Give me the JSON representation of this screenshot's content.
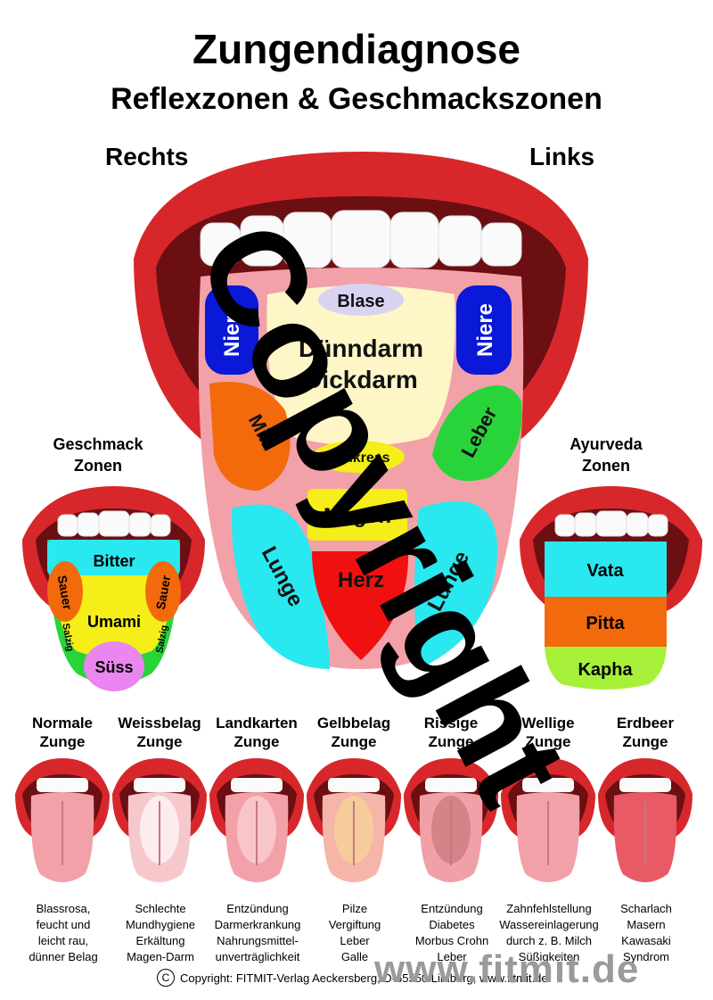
{
  "title": "Zungendiagnose",
  "subtitle": "Reflexzonen & Geschmackszonen",
  "side_right": "Rechts",
  "side_left": "Links",
  "reflex_zones": {
    "blase": "Blase",
    "niere_left": "Niere",
    "niere_right": "Niere",
    "duenndarm": "Dünndarm",
    "dickdarm": "Dickdarm",
    "milz": "Milz",
    "leber": "Leber",
    "pankreas": "Pankreas",
    "magen": "Magen",
    "lunge_left": "Lunge",
    "lunge_right": "Lunge",
    "herz": "Herz"
  },
  "taste": {
    "title1": "Geschmack",
    "title2": "Zonen",
    "bitter": "Bitter",
    "sauer_l": "Sauer",
    "sauer_r": "Sauer",
    "umami": "Umami",
    "salzig_l": "Salzig",
    "salzig_r": "Salzig",
    "suess": "Süss"
  },
  "ayurveda": {
    "title1": "Ayurveda",
    "title2": "Zonen",
    "vata": "Vata",
    "pitta": "Pitta",
    "kapha": "Kapha"
  },
  "tongues": [
    {
      "t1": "Normale",
      "t2": "Zunge",
      "d": [
        "Blassrosa,",
        "feucht und",
        "leicht rau,",
        "dünner Belag"
      ]
    },
    {
      "t1": "Weissbelag",
      "t2": "Zunge",
      "d": [
        "Schlechte",
        "Mundhygiene",
        "Erkältung",
        "Magen-Darm"
      ]
    },
    {
      "t1": "Landkarten",
      "t2": "Zunge",
      "d": [
        "Entzündung",
        "Darmerkrankung",
        "Nahrungsmittel-",
        "unverträglichkeit"
      ]
    },
    {
      "t1": "Gelbbelag",
      "t2": "Zunge",
      "d": [
        "Pilze",
        "Vergiftung",
        "Leber",
        "Galle"
      ]
    },
    {
      "t1": "Rissige",
      "t2": "Zunge",
      "d": [
        "Entzündung",
        "Diabetes",
        "Morbus Crohn",
        "Leber"
      ]
    },
    {
      "t1": "Wellige",
      "t2": "Zunge",
      "d": [
        "Zahnfehlstellung",
        "Wassereinlagerung",
        "durch z. B. Milch",
        "Süßigkeiten"
      ]
    },
    {
      "t1": "Erdbeer",
      "t2": "Zunge",
      "d": [
        "Scharlach",
        "Masern",
        "Kawasaki",
        "Syndrom"
      ]
    }
  ],
  "footer": "Copyright: FITMIT-Verlag Aeckersberg, D-65550 Limburg, www.fitmit.de",
  "footer_symbol": "C",
  "watermark": "Copyright",
  "site": "www.fitmit.de",
  "colors": {
    "lip": "#d7272b",
    "tongue": "#f2a1a8",
    "niere": "#0a18d8",
    "leber": "#28d43a",
    "milz": "#f26a0c",
    "lunge": "#29e8f0",
    "herz": "#f01010",
    "magen": "#f5ee18",
    "darm": "#fff6c8",
    "blase": "#d9d3f2",
    "suess": "#ea86f0",
    "kapha": "#a6f03a"
  }
}
